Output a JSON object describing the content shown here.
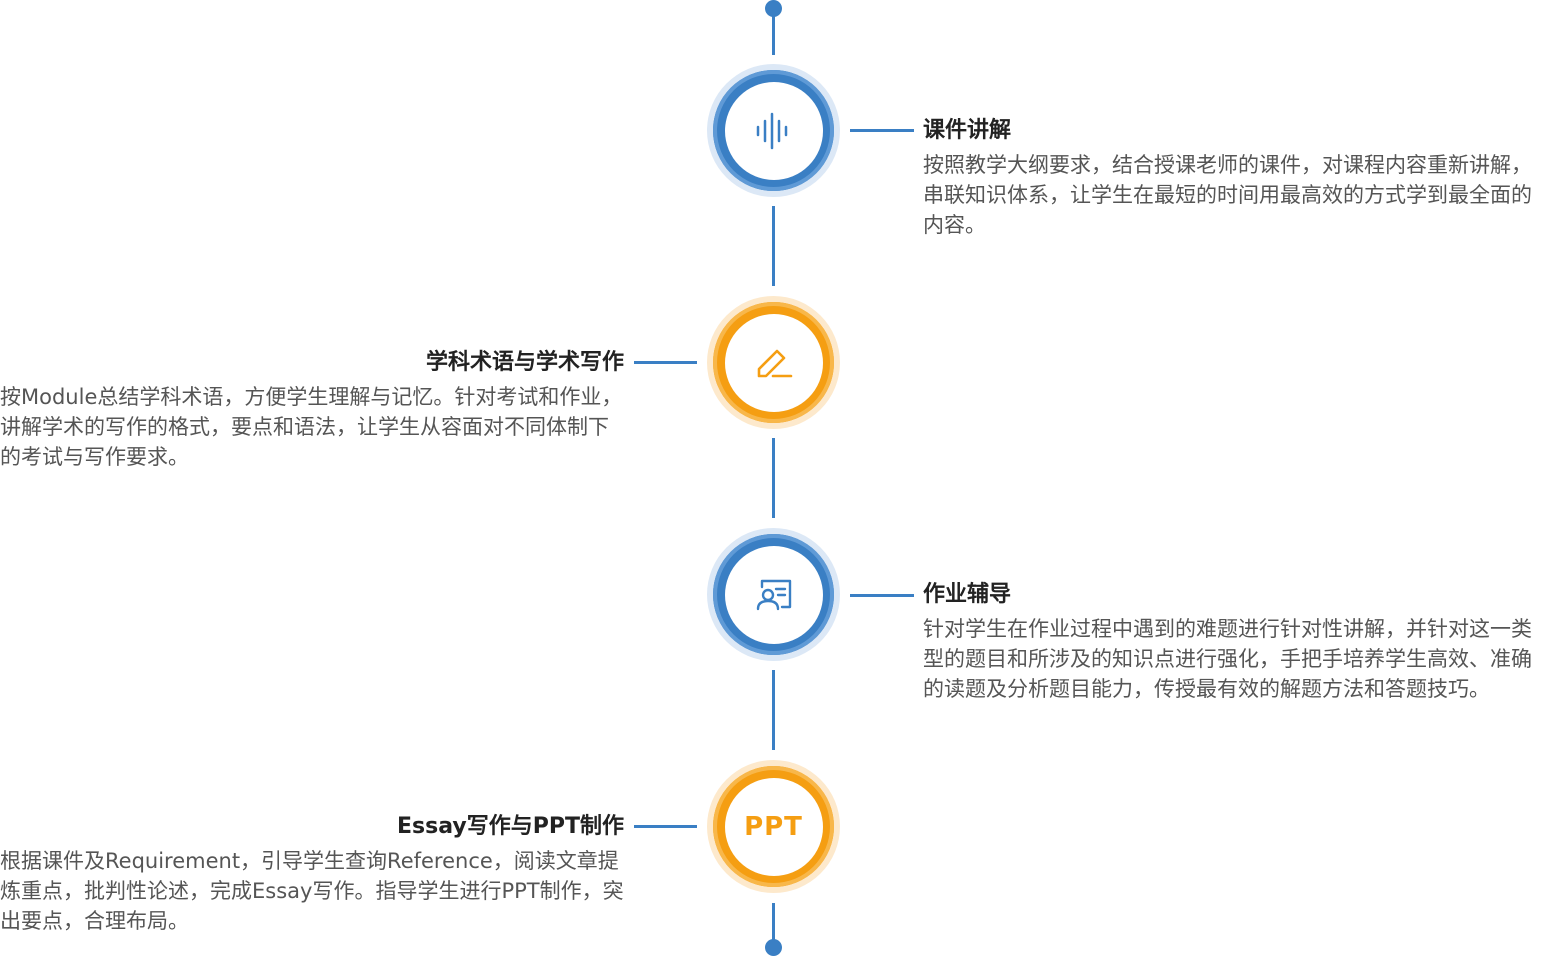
{
  "steps": [
    {
      "title": "课件讲解",
      "desc": "按照教学大纲要求，结合授课老师的课件，对课程内容重新讲解，串联知识体系，让学生在最短的时间用最高效的方式学到最全面的内容。",
      "icon": "audio-wave-icon",
      "color": "#3a7fc4",
      "side": "right"
    },
    {
      "title": "学科术语与学术写作",
      "desc": "按Module总结学科术语，方便学生理解与记忆。针对考试和作业，讲解学术的写作的格式，要点和语法，让学生从容面对不同体制下的考试与写作要求。",
      "icon": "pen-edit-icon",
      "color": "#f59e12",
      "side": "left"
    },
    {
      "title": "作业辅导",
      "desc": "针对学生在作业过程中遇到的难题进行针对性讲解，并针对这一类型的题目和所涉及的知识点进行强化，手把手培养学生高效、准确的读题及分析题目能力，传授最有效的解题方法和答题技巧。",
      "icon": "tutor-board-icon",
      "color": "#3a7fc4",
      "side": "right"
    },
    {
      "title": "Essay写作与PPT制作",
      "desc": "根据课件及Requirement，引导学生查询Reference，阅读文章提炼重点，批判性论述，完成Essay写作。指导学生进行PPT制作，突出要点，合理布局。",
      "icon_text": "PPT",
      "color": "#f59e12",
      "side": "left"
    }
  ]
}
